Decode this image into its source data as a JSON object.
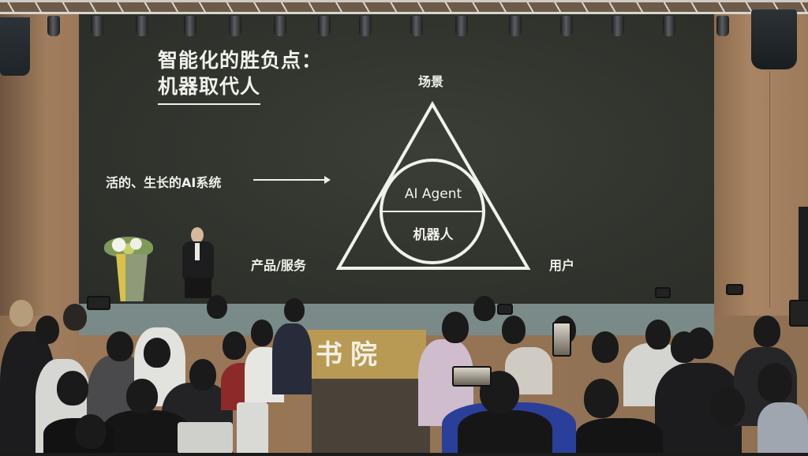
{
  "scene": {
    "description": "Presentation stage with projected slide and audience photographing it",
    "colors": {
      "screen_bg": "#30342d",
      "slide_text": "#f1f1ec",
      "wall_wood": "#9c7a5a",
      "stage_sign_bg": "#b89a55"
    }
  },
  "slide": {
    "title_line1": "智能化的胜负点：",
    "title_line2": "机器取代人",
    "left_label": "活的、生长的AI系统",
    "diagram": {
      "top_label": "场景",
      "bottom_left_label": "产品/服务",
      "bottom_right_label": "用户",
      "circle_upper": "AI Agent",
      "circle_lower": "机器人"
    }
  },
  "stage": {
    "sign_text": "书院"
  }
}
